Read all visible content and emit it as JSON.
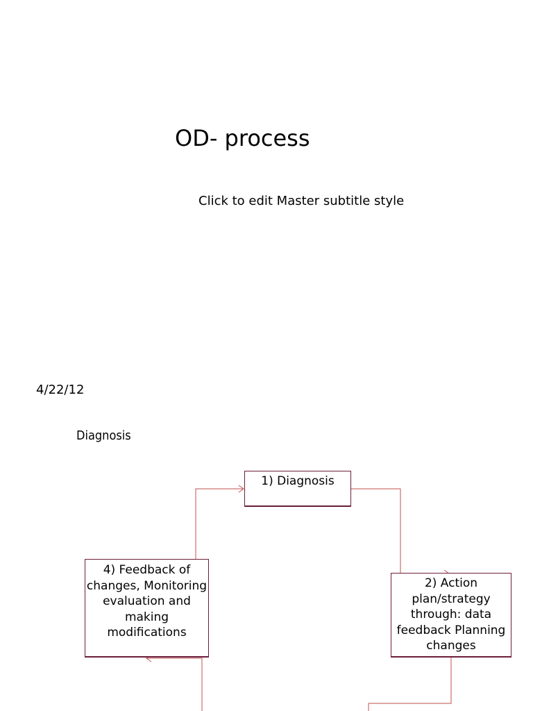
{
  "slide": {
    "title": "OD- process",
    "subtitle": "Click to edit Master subtitle style",
    "date": "4/22/12",
    "heading": "Diagnosis"
  },
  "diagram": {
    "boxes": [
      {
        "id": "box1",
        "label": "1) Diagnosis"
      },
      {
        "id": "box2",
        "label": "2) Action plan/strategy through: data feedback Planning changes"
      },
      {
        "id": "box4",
        "label": "4) Feedback of changes, Monitoring evaluation and making modifications"
      }
    ]
  },
  "colors": {
    "connector": "#c0504d",
    "box_border": "#6b1d3a"
  }
}
